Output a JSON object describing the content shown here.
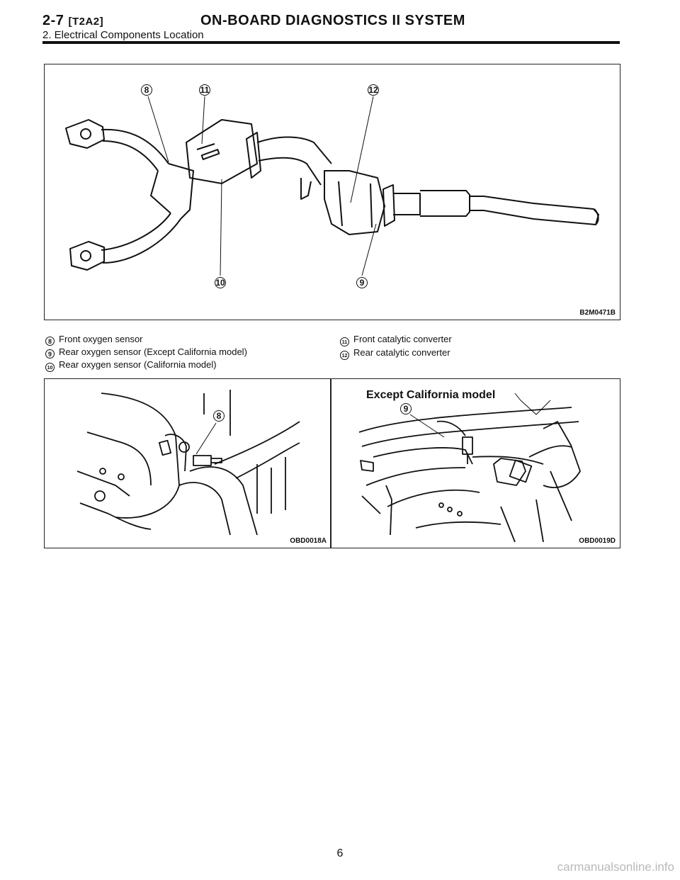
{
  "header": {
    "section_code": "2-7",
    "section_ref": "[T2A2]",
    "title": "ON-BOARD DIAGNOSTICS II SYSTEM",
    "subtitle": "2. Electrical Components Location"
  },
  "main_figure": {
    "figure_id": "B2M0471B",
    "callouts": [
      "8",
      "11",
      "12",
      "10",
      "9"
    ]
  },
  "legend": {
    "left": [
      {
        "num": "8",
        "text": "Front oxygen sensor"
      },
      {
        "num": "9",
        "text": "Rear oxygen sensor (Except California model)"
      },
      {
        "num": "10",
        "text": "Rear oxygen sensor (California model)"
      }
    ],
    "right": [
      {
        "num": "11",
        "text": "Front catalytic converter"
      },
      {
        "num": "12",
        "text": "Rear catalytic converter"
      }
    ]
  },
  "detail_left": {
    "figure_id": "OBD0018A",
    "callout": "8"
  },
  "detail_right": {
    "figure_id": "OBD0019D",
    "callout": "9",
    "caption": "Except California model"
  },
  "page_number": "6",
  "watermark": "carmanualsonline.info"
}
